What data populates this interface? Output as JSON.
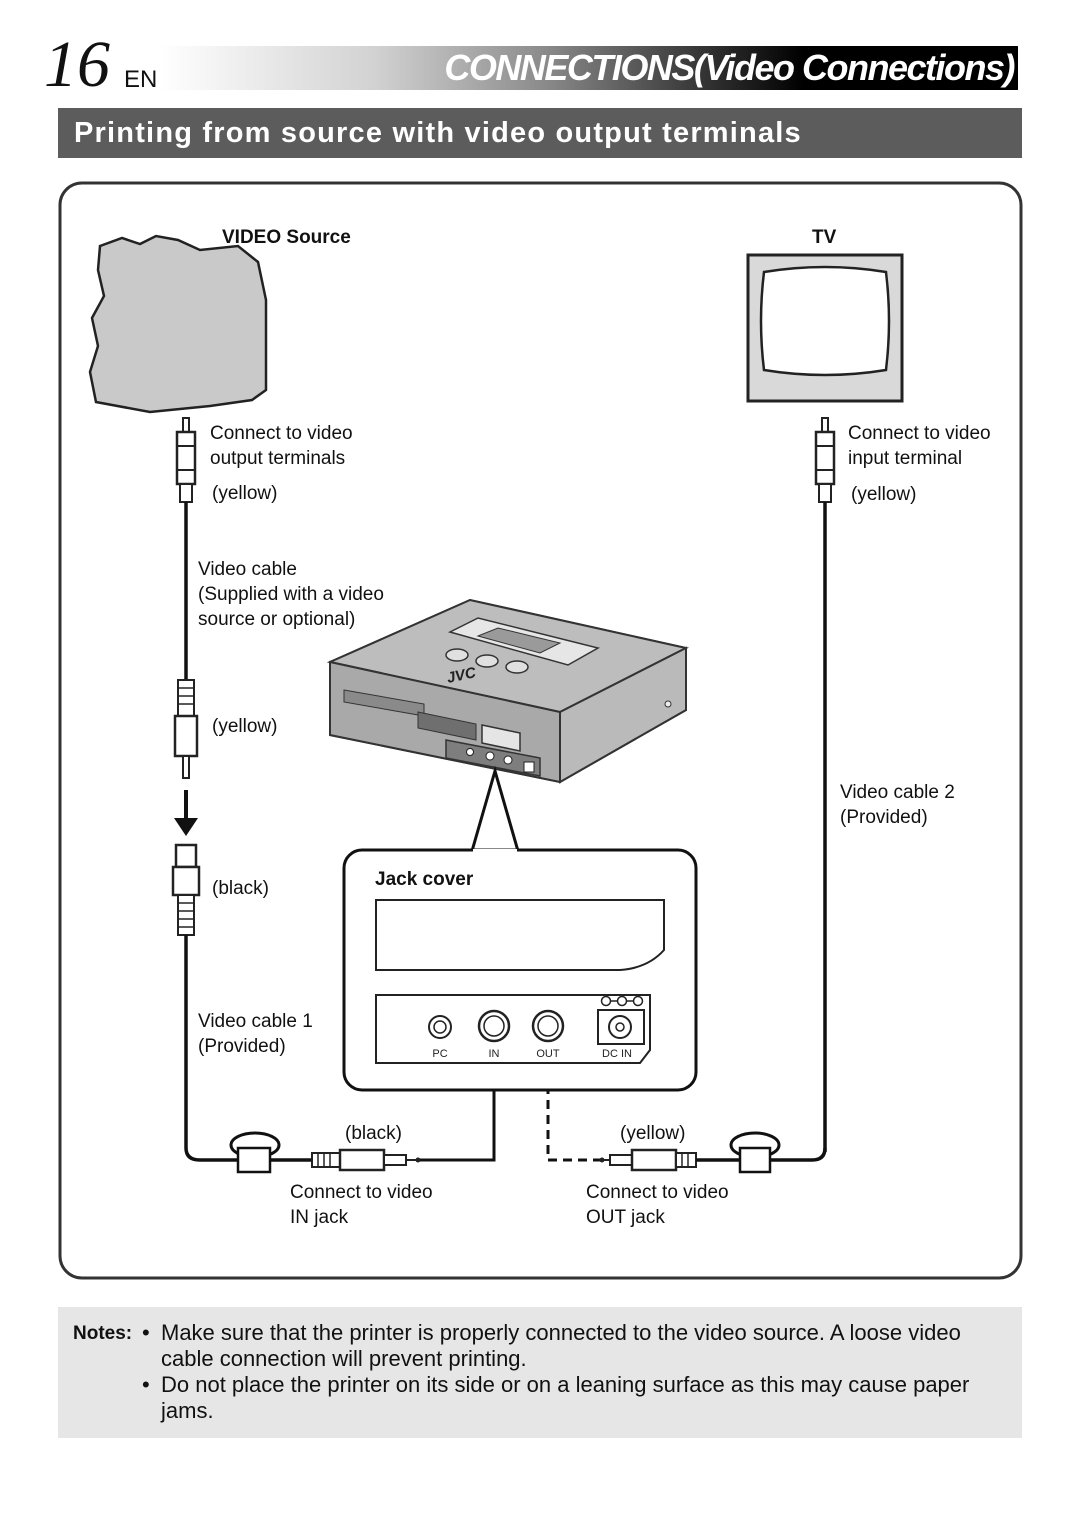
{
  "header": {
    "page_number": "16",
    "lang": "EN",
    "title": "CONNECTIONS(Video Connections)"
  },
  "section": {
    "title": "Printing from source with video output terminals"
  },
  "diagram": {
    "video_source_label": "VIDEO Source",
    "tv_label": "TV",
    "left_connect_1": "Connect to video",
    "left_connect_2": "output terminals",
    "left_yellow_1": "(yellow)",
    "right_connect_1": "Connect to video",
    "right_connect_2": "input terminal",
    "right_yellow": "(yellow)",
    "video_cable_1": "Video cable",
    "video_cable_2": "(Supplied with a video",
    "video_cable_3": "source or optional)",
    "left_yellow_2": "(yellow)",
    "video_cable2_1": "Video cable 2",
    "video_cable2_2": "(Provided)",
    "left_black": "(black)",
    "jack_cover": "Jack cover",
    "video_cable1_1": "Video cable 1",
    "video_cable1_2": "(Provided)",
    "jack_labels": [
      "PC",
      "IN",
      "OUT",
      "DC IN"
    ],
    "bottom_black": "(black)",
    "bottom_yellow": "(yellow)",
    "in_jack_1": "Connect to video",
    "in_jack_2": "IN jack",
    "out_jack_1": "Connect to video",
    "out_jack_2": "OUT jack",
    "brand": "JVC"
  },
  "notes": {
    "label": "Notes:",
    "bullet": "•",
    "items": [
      "Make sure that the printer is properly connected to the video source. A loose video cable connection will prevent printing.",
      "Do not place the printer on its side or on a leaning surface as this may cause paper jams."
    ]
  }
}
